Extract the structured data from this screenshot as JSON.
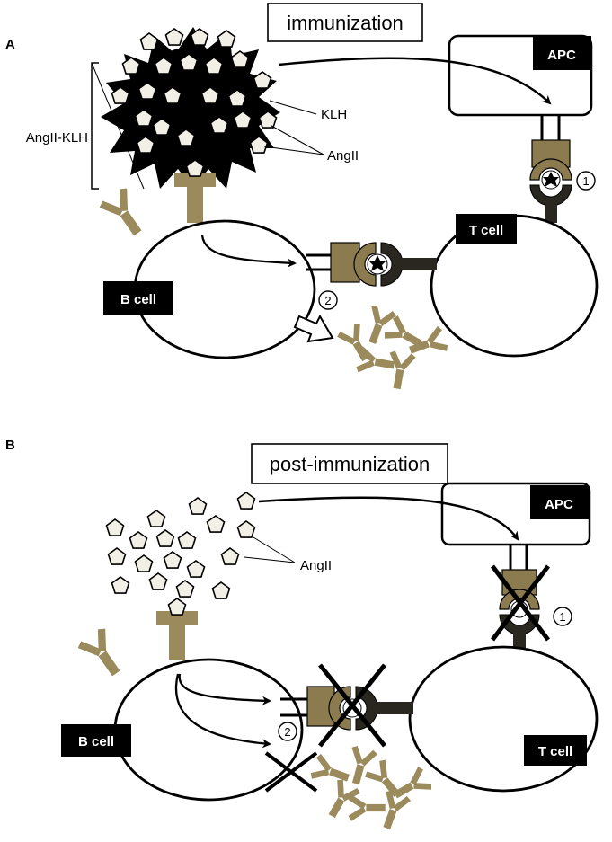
{
  "panel_a": {
    "letter": "A",
    "title": "immunization",
    "apc_label": "APC",
    "t_cell_label": "T cell",
    "b_cell_label": "B cell",
    "conjugate_label": "AngII-KLH",
    "klh_label": "KLH",
    "angii_label": "AngII",
    "step_1": "1",
    "step_2": "2"
  },
  "panel_b": {
    "letter": "B",
    "title": "post-immunization",
    "apc_label": "APC",
    "t_cell_label": "T cell",
    "b_cell_label": "B cell",
    "angii_label": "AngII",
    "step_1": "1",
    "step_2": "2"
  },
  "colors": {
    "antibody": "#9b8a5b",
    "mhc": "#8b7b4e",
    "tcr": "#2a2620",
    "outline": "#000000",
    "peptide_fill": "#f2f0e6"
  }
}
